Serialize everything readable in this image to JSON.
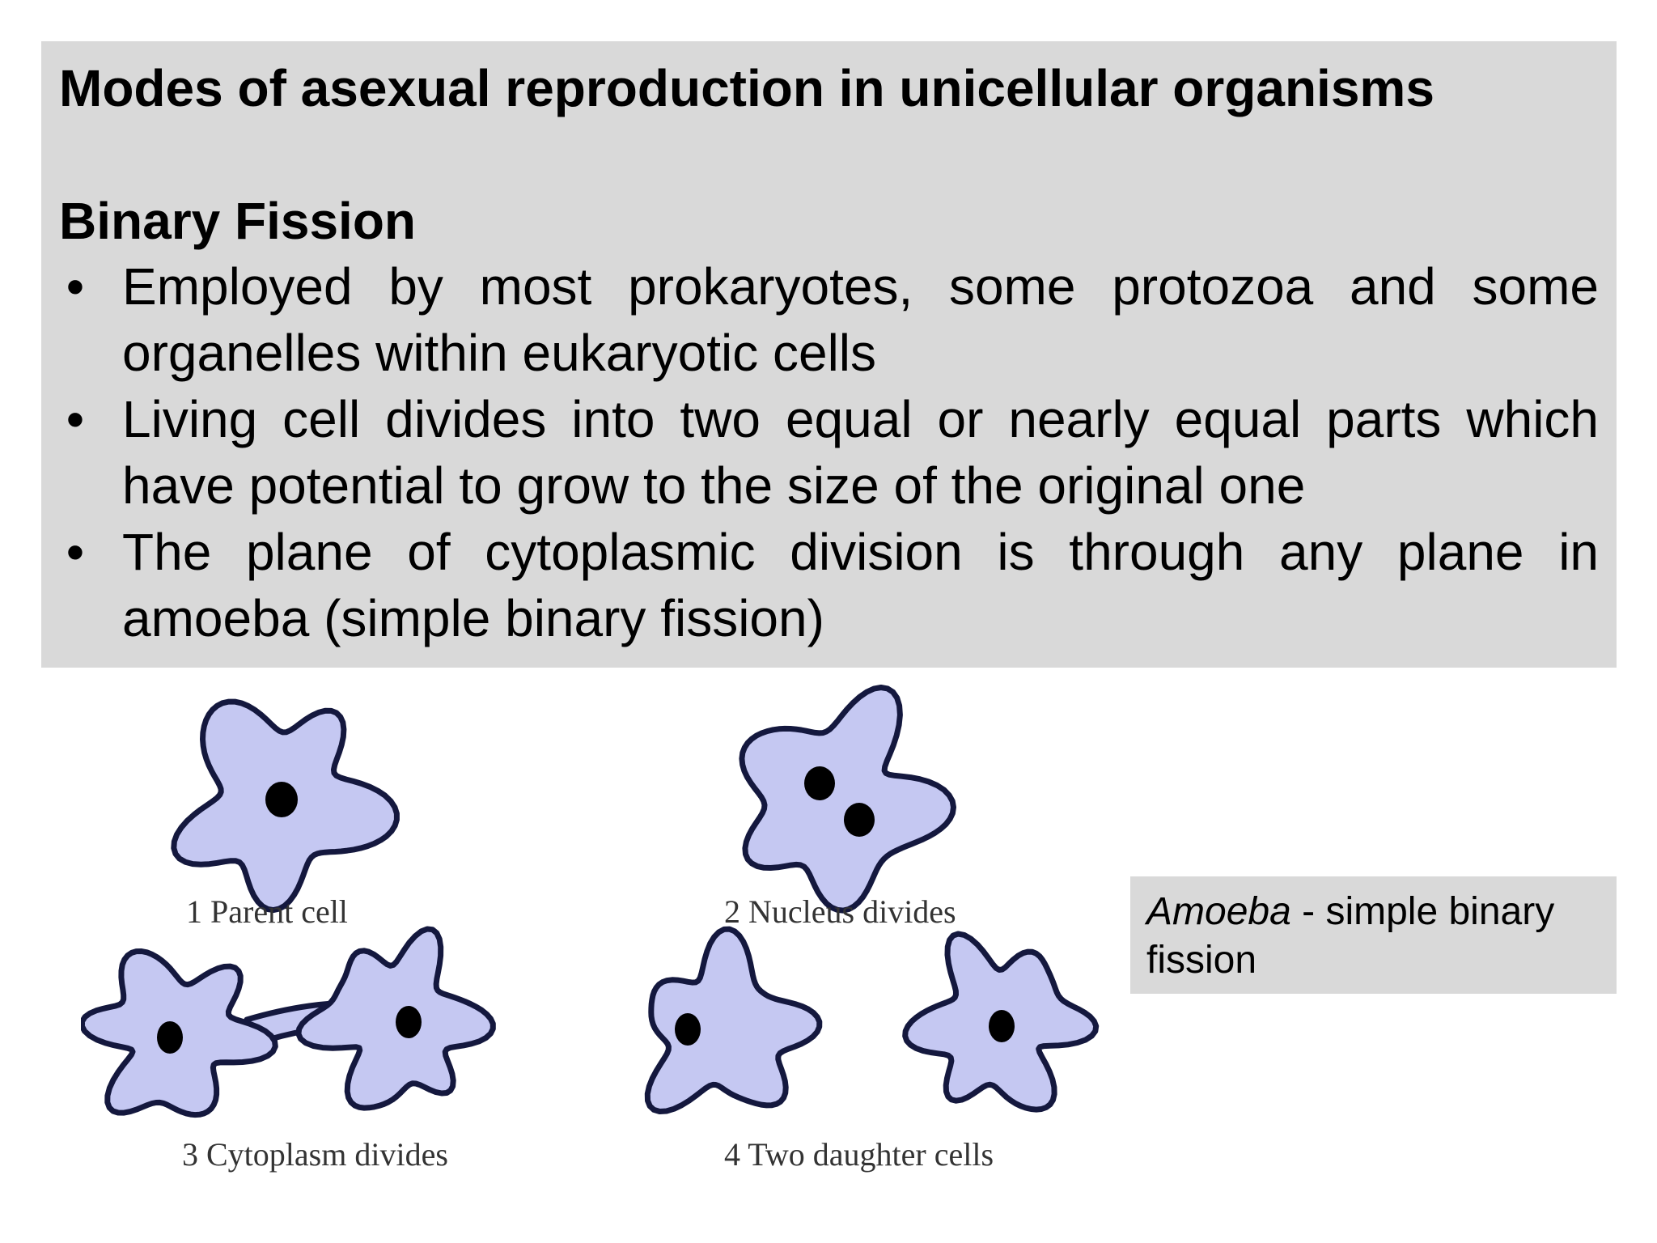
{
  "slide": {
    "title": "Modes of asexual reproduction in unicellular organisms",
    "section_heading": "Binary Fission",
    "bullets": [
      "Employed by most prokaryotes, some protozoa and some organelles within eukaryotic cells",
      "Living cell divides into two equal or nearly equal parts which have potential to grow to the size of the original one",
      "The plane of cytoplasmic division is through any plane in amoeba (simple binary fission)"
    ]
  },
  "diagram": {
    "stages": [
      {
        "label": "1 Parent cell"
      },
      {
        "label": "2 Nucleus divides"
      },
      {
        "label": "3 Cytoplasm divides"
      },
      {
        "label": "4 Two daughter cells"
      }
    ],
    "cell_fill": "#c5c8f2",
    "cell_stroke": "#14183e",
    "nucleus_color": "#000000"
  },
  "caption": {
    "italic_part": "Amoeba",
    "rest": " - simple binary fission"
  },
  "colors": {
    "box_background": "#d9d9d9",
    "slide_background": "#ffffff"
  }
}
